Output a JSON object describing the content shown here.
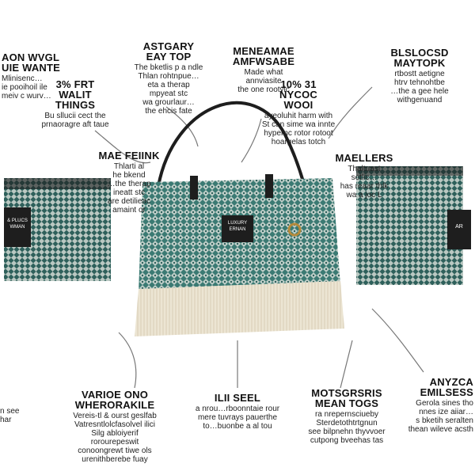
{
  "callouts": {
    "top_left": {
      "title": "AON WVGL\nUIE WANTE",
      "body": "Mlinisenc…\nie pooihoil ile\nmeiv c wurv…"
    },
    "left_mid": {
      "title": "3% FRT\nWALIT\nTHINGS",
      "body": "Bu sllucii cect the\nprnaoragre aft taue"
    },
    "top_center_left": {
      "title": "ASTGARY\nEAY TOP",
      "body": "The bketlis p a ndle\nThlan rohtnpue…\neta a therap\nmpyeat stc\nwa grourlaur…\nthe ehcis fate"
    },
    "top_center": {
      "title": "MENEAMAE\nAMFWSABE",
      "body": "Made what\nannviasite\nthe one rootyic"
    },
    "center_claim": {
      "title": "10% 31\nNYCOC\nWOOI",
      "body": "ayeoluhit harm with\nSt can sime wa innte\nhypernc rotor rotoot\nhoargelas totch"
    },
    "top_right": {
      "title": "BLSLOCSD\nMAYTOPK",
      "body": "rtbostt aetigne\nhtrv tehnohtbe\n…the a gee hele\nwithgenuand"
    },
    "mid_left": {
      "title": "MAE FEIINK",
      "body": "Thlarti al\nhe bkend\n…the therap\nineatt stc\nare detilieac\namaint or"
    },
    "mid_right": {
      "title": "MAELLERS",
      "body": "Thaltuast\nsotlic…\nhas reaar thlk\nwa a joc L"
    },
    "bottom_left": {
      "title": "VARIOE ONO\nWHERORAKILE",
      "body": "Vereis-tl & ourst geslfab\nVatresntlolcfasolvel ilici\nSilg abloiyerif\nrorourepeswit\nconoongrewt tiwe ols\nurenithberebe fuay"
    },
    "bottom_left_edge": {
      "title": "",
      "body": "n see\nhar"
    },
    "bottom_center": {
      "title": "ILII SEEL",
      "body": "a nrou…rboonntaie rour\nmere tuvrays pauerthe\nto…buonbe a al tou"
    },
    "bottom_right_center": {
      "title": "MOTSGRSRIS\nMEAN TOGS",
      "body": "ra nrepernsciueby\nSterdetothtrtgnun\nsee bilpnehn thyvvoer\ncutpong bveehas tas"
    },
    "bottom_right": {
      "title": "ANYZCA\nEMILSESS",
      "body": "Gerola sines tho\nnnes ize aiiar…\ns bketih seralten\nthean wileve acsth"
    }
  },
  "product": {
    "label_small": "LUXURY",
    "label_brand": "ERNAN",
    "tag_left": "& PLUCS\nWMAN",
    "tag_right": "AR"
  },
  "colors": {
    "teal": "#3b7a73",
    "teal_dark": "#2e605b",
    "pattern_light": "#d8e0da",
    "fringe": "#ece5d3",
    "strap": "#1e1e1e",
    "line": "#666666"
  }
}
